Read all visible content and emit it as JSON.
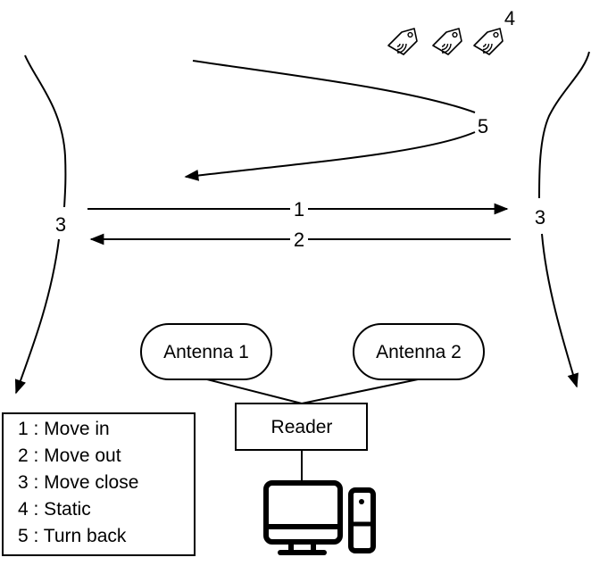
{
  "diagram": {
    "movement_labels": {
      "move_in": "1",
      "move_out": "2",
      "move_close_left": "3",
      "move_close_right": "3",
      "static": "4",
      "turn_back": "5"
    },
    "antennas": [
      "Antenna 1",
      "Antenna 2"
    ],
    "reader": "Reader",
    "tags": [
      {
        "icon": "rfid-tag-icon"
      },
      {
        "icon": "rfid-tag-icon"
      },
      {
        "icon": "rfid-tag-icon"
      }
    ],
    "computer_icon": "desktop-computer-icon",
    "legend": [
      "1 : Move in",
      "2 : Move out",
      "3 : Move close",
      "4 : Static",
      "5 : Turn back"
    ]
  }
}
